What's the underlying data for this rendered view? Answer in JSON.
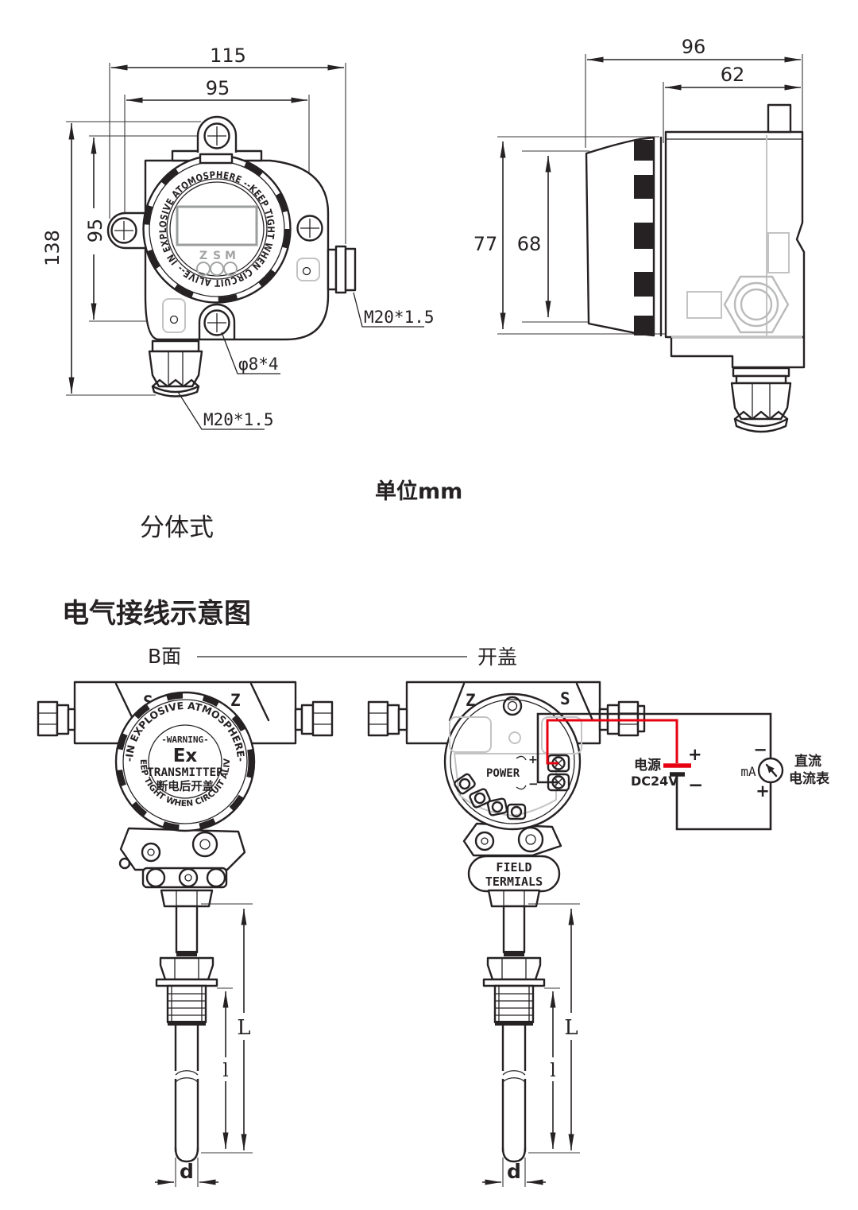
{
  "headings": {
    "units": "单位mm",
    "split_type": "分体式",
    "wiring_title": "电气接线示意图",
    "b_side": "B面",
    "open_cover": "开盖"
  },
  "front_view": {
    "dims": {
      "width_total": "115",
      "width_holes": "95",
      "height_total": "138",
      "height_holes": "95"
    },
    "labels": {
      "side_entry": "M20*1.5",
      "bottom_entry": "M20*1.5",
      "mount_holes": "φ8*4"
    },
    "ring_text": "IN EXPLOSIVE ATOMOSPHERE --KEEP TIGHT WHEN CIRCUIT ALIVE--",
    "buttons": {
      "zero": "Z",
      "span": "S",
      "mode": "M"
    }
  },
  "side_view": {
    "dims": {
      "depth_total": "96",
      "depth_body": "62",
      "height_total": "77",
      "height_body": "68"
    }
  },
  "device_b": {
    "corner_left": "S",
    "corner_right": "Z",
    "ring_top": "--IN EXPLOSIVE ATMOSPHERE--",
    "ring_bottom": "KEEP TIGHT WHEN CIRCUIT ALIVE",
    "warning": "-WARNING-",
    "ex_mark": "Ex",
    "transmitter": "TRANSMITTER",
    "open_notice": "断电后开盖",
    "dim_length": "L",
    "dim_insert": "l",
    "dim_diameter": "d"
  },
  "device_open": {
    "corner_left": "Z",
    "corner_right": "S",
    "power_label": "POWER",
    "plus": "+",
    "minus": "−",
    "band_line1": "FIELD",
    "band_line2": "TERMIALS",
    "dim_length": "L",
    "dim_insert": "l",
    "dim_diameter": "d"
  },
  "circuit": {
    "supply_name": "电源",
    "supply_value": "DC24V",
    "supply_plus": "+",
    "supply_minus": "−",
    "meter_unit": "mA",
    "meter_minus": "−",
    "meter_plus": "+",
    "meter_name_1": "直流",
    "meter_name_2": "电流表"
  },
  "colors": {
    "ink": "#262223",
    "wire_red": "#e60012",
    "hidden_gray": "#c3c3c4",
    "display_gray": "#9b9c9d"
  }
}
